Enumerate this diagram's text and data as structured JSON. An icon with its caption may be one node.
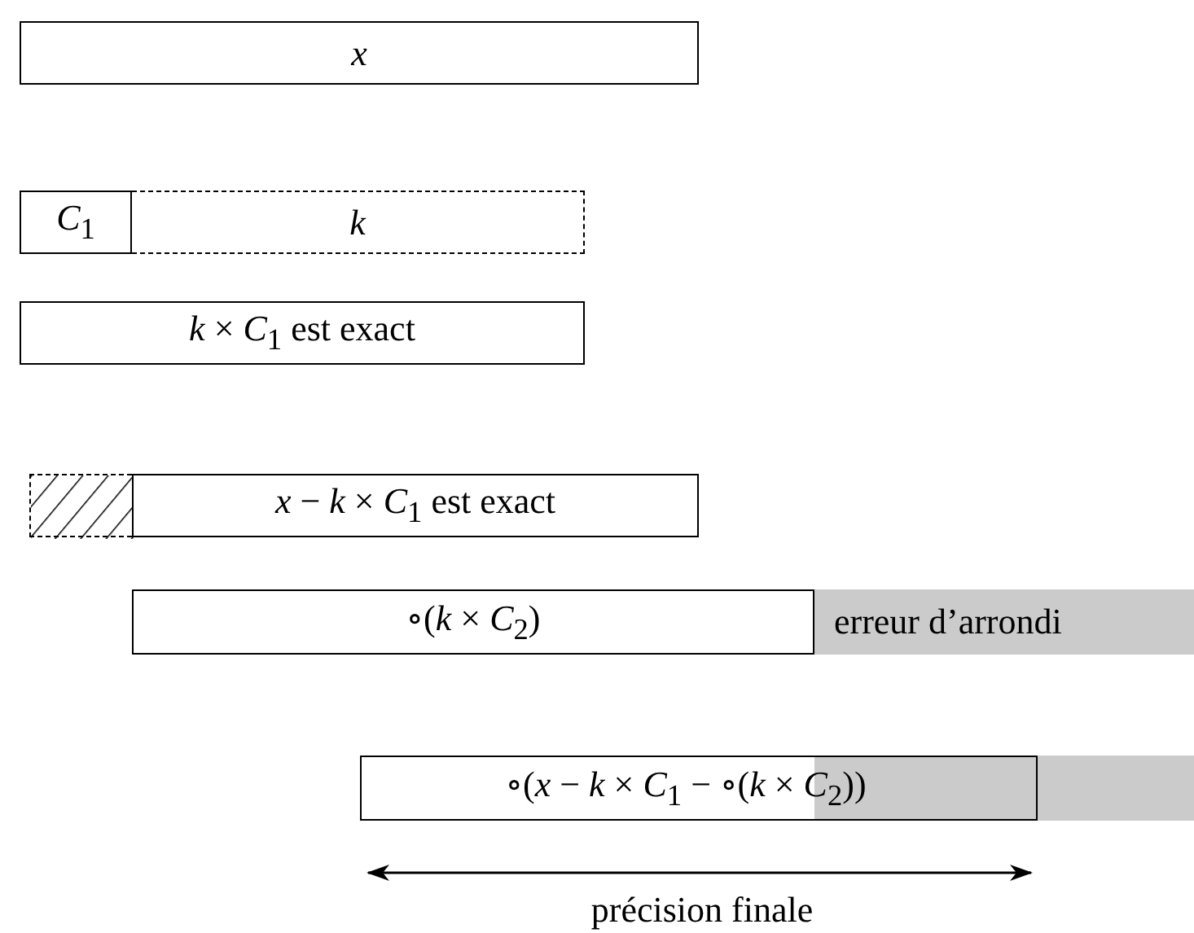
{
  "diagram": {
    "nodes": [
      {
        "text": [
          "x"
        ]
      },
      {
        "text": [
          "*C*$_{1}$"
        ]
      },
      {
        "text": [
          "k"
        ]
      },
      {
        "text": [
          "*k* × *C*$_{1}$ est exact"
        ]
      },
      {
        "text": [],
        "shape": "box"
      },
      {
        "text": [
          "*x* − *k* × *C*$_{1}$ est exact"
        ]
      },
      {
        "text": [
          "∘(*k* × *C*$_{2}$)"
        ]
      },
      {
        "text": [
          "erreur d’arrondi"
        ]
      },
      {
        "text": [],
        "shape": "bar"
      },
      {
        "text": [
          "∘(*x* − *k* × *C*$_{1}$ − ∘(*k* × *C*$_{2}$))"
        ]
      }
    ],
    "edges": [],
    "labels": [
      "précision finale"
    ]
  }
}
